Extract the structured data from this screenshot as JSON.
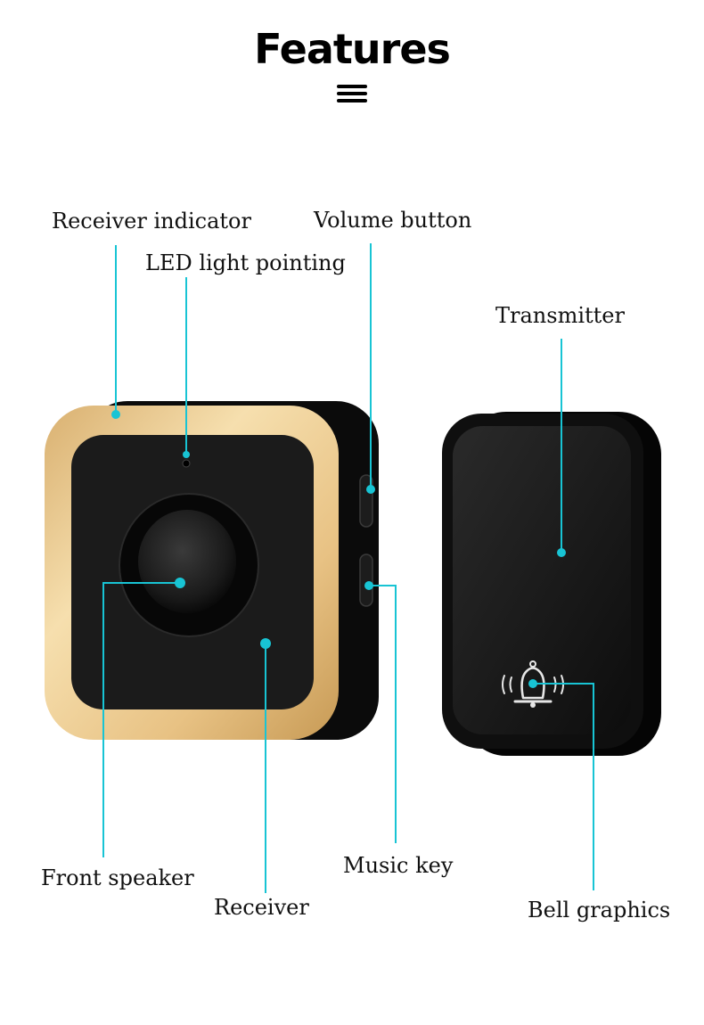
{
  "header": {
    "title": "Features"
  },
  "icons": {
    "menu": "hamburger-icon",
    "bell": "bell-icon"
  },
  "colors": {
    "leader_line": "#18c4d4",
    "ring_gold": "#f0cf92",
    "device_black": "#151515"
  },
  "labels": {
    "receiver_indicator": "Receiver indicator",
    "led_light_pointing": "LED light pointing",
    "volume_button": "Volume button",
    "transmitter": "Transmitter",
    "front_speaker": "Front speaker",
    "receiver": "Receiver",
    "music_key": "Music key",
    "bell_graphics": "Bell graphics"
  }
}
